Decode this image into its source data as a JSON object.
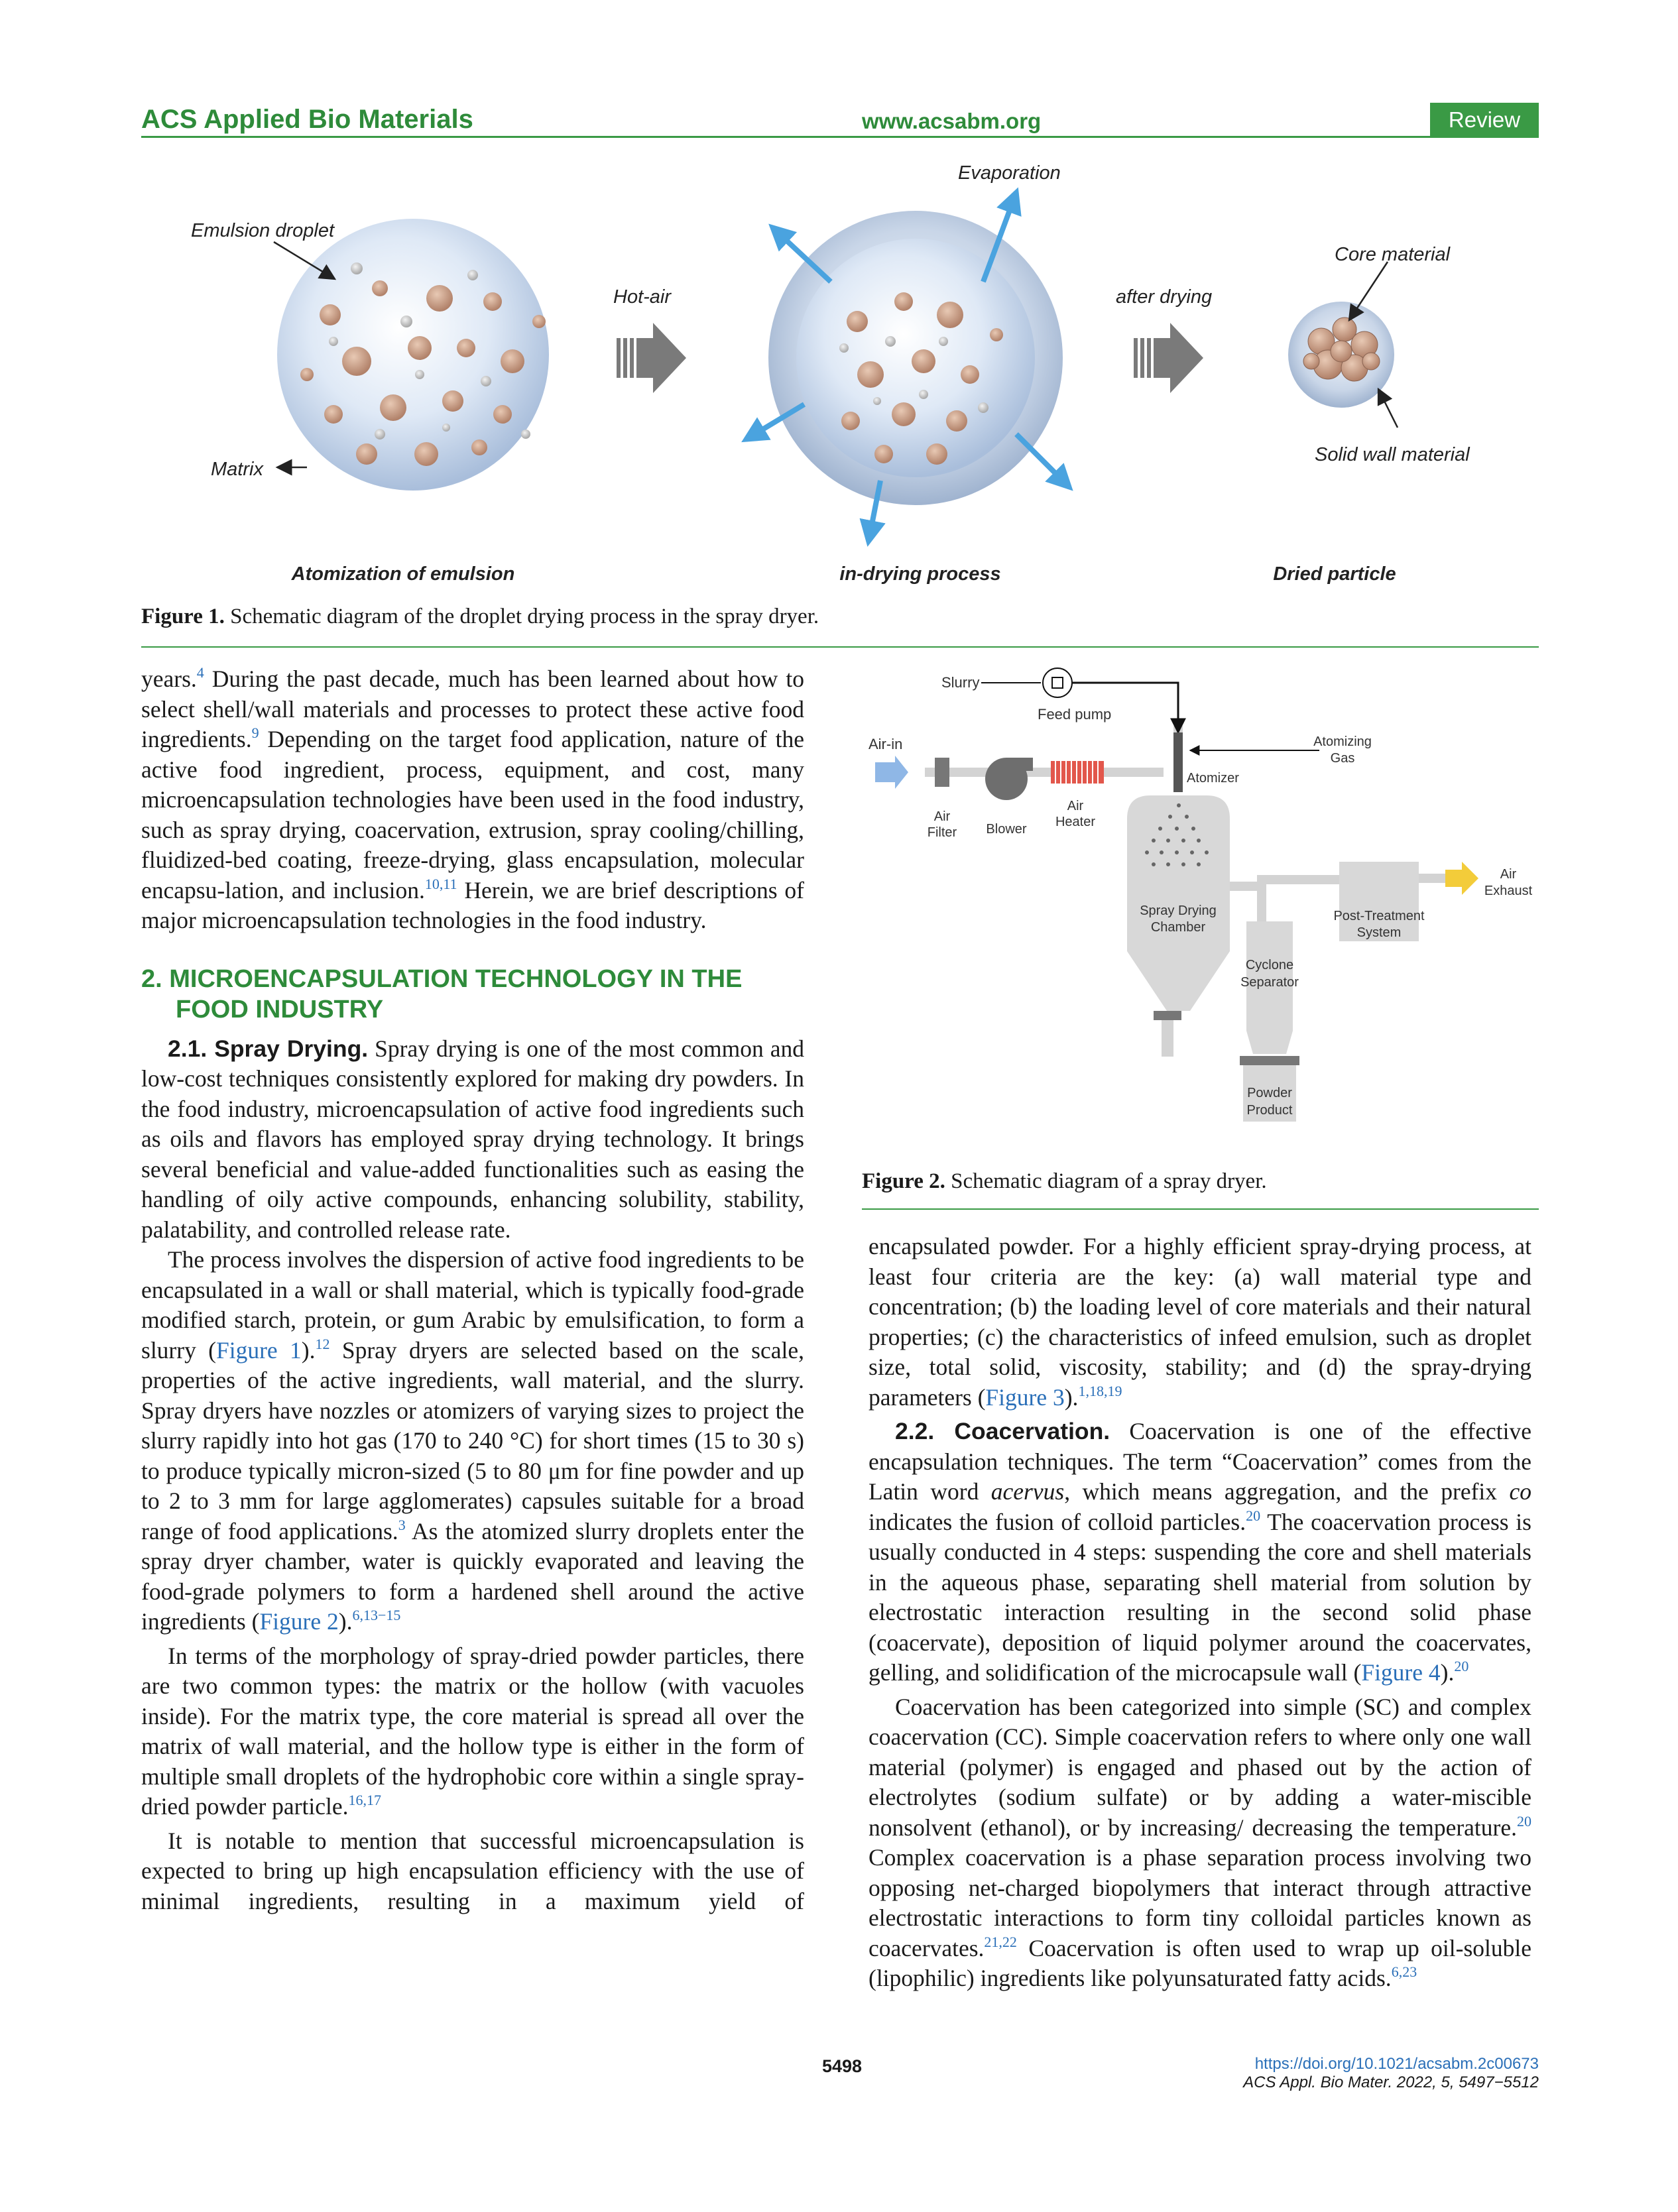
{
  "header": {
    "journal": "ACS Applied Bio Materials",
    "url": "www.acsabm.org",
    "badge": "Review"
  },
  "figure1": {
    "labels": {
      "emulsion_droplet": "Emulsion droplet",
      "matrix": "Matrix",
      "hot_air": "Hot-air",
      "evaporation": "Evaporation",
      "after_drying": "after drying",
      "core_material": "Core material",
      "solid_wall_material": "Solid wall material",
      "stage1": "Atomization of emulsion",
      "stage2": "in-drying process",
      "stage3": "Dried particle"
    },
    "caption_label": "Figure 1.",
    "caption_text": " Schematic diagram of the droplet drying process in the spray dryer."
  },
  "figure2": {
    "labels": {
      "slurry": "Slurry",
      "feed_pump": "Feed pump",
      "air_in": "Air-in",
      "atomizing_gas_1": "Atomizing",
      "atomizing_gas_2": "Gas",
      "atomizer": "Atomizer",
      "air_filter_1": "Air",
      "air_filter_2": "Filter",
      "blower": "Blower",
      "air_heater_1": "Air",
      "air_heater_2": "Heater",
      "air_exhaust_1": "Air",
      "air_exhaust_2": "Exhaust",
      "chamber_1": "Spray Drying",
      "chamber_2": "Chamber",
      "post_treatment_1": "Post-Treatment",
      "post_treatment_2": "System",
      "cyclone_1": "Cyclone",
      "cyclone_2": "Separator",
      "powder_1": "Powder",
      "powder_2": "Product"
    },
    "caption_label": "Figure 2.",
    "caption_text": " Schematic diagram of a spray dryer."
  },
  "left": {
    "p1_a": "years.",
    "p1_r1": "4",
    "p1_b": " During the past decade, much has been learned about how to select shell/wall materials and processes to protect these active food ingredients.",
    "p1_r2": "9",
    "p1_c": " Depending on the target food application, nature of the active food ingredient, process, equipment, and cost, many microencapsulation technologies have been used in the food industry, such as spray drying, coacervation, extrusion, spray cooling/chilling, fluidized-bed coating, freeze-drying, glass encapsulation, molecular encapsu-lation, and inclusion.",
    "p1_r3": "10,11",
    "p1_d": " Herein, we are brief descriptions of major microencapsulation technologies in the food industry.",
    "sec2_line1": "2. MICROENCAPSULATION TECHNOLOGY IN THE",
    "sec2_line2": "FOOD INDUSTRY",
    "sub21": "2.1. Spray Drying.",
    "p2": " Spray drying is one of the most common and low-cost techniques consistently explored for making dry powders. In the food industry, microencapsulation of active food ingredients such as oils and flavors has employed spray drying technology. It brings several beneficial and value-added functionalities such as easing the handling of oily active compounds, enhancing solubility, stability, palatability, and controlled release rate.",
    "p3_a": "The process involves the dispersion of active food ingredients to be encapsulated in a wall or shall material, which is typically food-grade modified starch, protein, or gum Arabic by emulsification, to form a slurry (",
    "p3_l1": "Figure 1",
    "p3_b": ").",
    "p3_r1": "12",
    "p3_c": " Spray dryers are selected based on the scale, properties of the active ingredients, wall material, and the slurry. Spray dryers have nozzles or atomizers of varying sizes to project the slurry rapidly into hot gas (170 to 240 °C) for short times (15 to 30 s) to produce typically micron-sized (5 to 80 μm for fine powder and up to 2 to 3 mm for large agglomerates) capsules suitable for a broad range of food applications.",
    "p3_r2": "3",
    "p3_d": " As the atomized slurry droplets enter the spray dryer chamber, water is quickly evaporated and leaving the food-grade polymers to form a hardened shell around the active ingredients (",
    "p3_l2": "Figure 2",
    "p3_e": ").",
    "p3_r3": "6,13−15",
    "p4_a": "In terms of the morphology of spray-dried powder particles, there are two common types: the matrix or the hollow (with vacuoles inside). For the matrix type, the core material is spread all over the matrix of wall material, and the hollow type is either in the form of multiple small droplets of the hydrophobic core within a single spray-dried powder particle.",
    "p4_r1": "16,17",
    "p5": "It is notable to mention that successful microencapsulation is expected to bring up high encapsulation efficiency with the use of minimal ingredients, resulting in a maximum yield of"
  },
  "right": {
    "p1_a": "encapsulated powder. For a highly efficient spray-drying process, at least four criteria are the key: (a) wall material type and concentration; (b) the loading level of core materials and their natural properties; (c) the characteristics of infeed emulsion, such as droplet size, total solid, viscosity, stability; and (d) the spray-drying parameters (",
    "p1_l1": "Figure 3",
    "p1_b": ").",
    "p1_r1": "1,18,19",
    "sub22": "2.2. Coacervation.",
    "p2_a": " Coacervation is one of the effective encapsulation techniques. The term “Coacervation” comes from the Latin word ",
    "p2_i": "acervus",
    "p2_b": ", which means aggregation, and the prefix ",
    "p2_i2": "co",
    "p2_c": " indicates the fusion of colloid particles.",
    "p2_r1": "20",
    "p2_d": " The coacervation process is usually conducted in 4 steps: suspending the core and shell materials in the aqueous phase, separating shell material from solution by electrostatic interaction resulting in the second solid phase (coacervate), deposition of liquid polymer around the coacervates, gelling, and solidification of the microcapsule wall (",
    "p2_l1": "Figure 4",
    "p2_e": ").",
    "p2_r2": "20",
    "p3_a": "Coacervation has been categorized into simple (SC) and complex coacervation (CC). Simple coacervation refers to where only one wall material (polymer) is engaged and phased out by the action of electrolytes (sodium sulfate) or by adding a water-miscible nonsolvent (ethanol), or by increasing/ decreasing the temperature.",
    "p3_r1": "20",
    "p3_b": " Complex coacervation is a phase separation process involving two opposing net-charged biopolymers that interact through attractive electrostatic interactions to form tiny colloidal particles known as coacervates.",
    "p3_r2": "21,22",
    "p3_c": " Coacervation is often used to wrap up oil-soluble (lipophilic) ingredients like polyunsaturated fatty acids.",
    "p3_r3": "6,23"
  },
  "footer": {
    "page": "5498",
    "doi": "https://doi.org/10.1021/acsabm.2c00673",
    "citation": "ACS Appl. Bio Mater. 2022, 5, 5497−5512"
  }
}
